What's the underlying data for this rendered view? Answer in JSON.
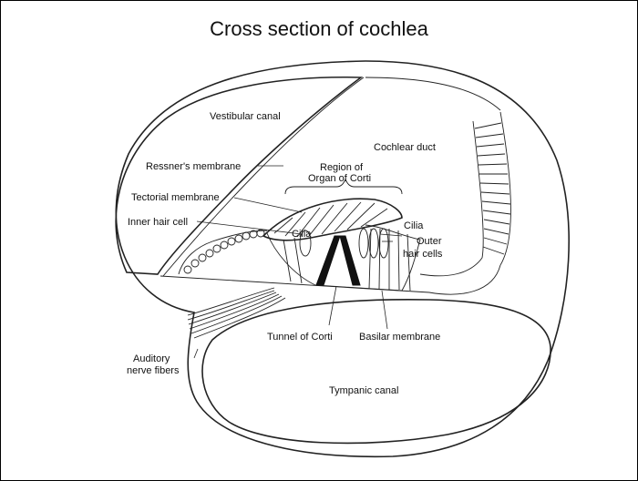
{
  "title": "Cross section of cochlea",
  "labels": {
    "vestibular_canal": "Vestibular canal",
    "cochlear_duct": "Cochlear duct",
    "ressners_membrane": "Ressner's membrane",
    "region_of_organ_line1": "Region of",
    "region_of_organ_line2": "Organ of Corti",
    "tectorial_membrane": "Tectorial membrane",
    "inner_hair_cell": "Inner hair cell",
    "cilia_inner": "Cilia",
    "cilia_outer": "Cilia",
    "outer_hair_cells_line1": "Outer",
    "outer_hair_cells_line2": "hair cells",
    "tunnel_of_corti": "Tunnel of Corti",
    "basilar_membrane": "Basilar membrane",
    "auditory_nerve_line1": "Auditory",
    "auditory_nerve_line2": "nerve fibers",
    "tympanic_canal": "Tympanic canal"
  }
}
